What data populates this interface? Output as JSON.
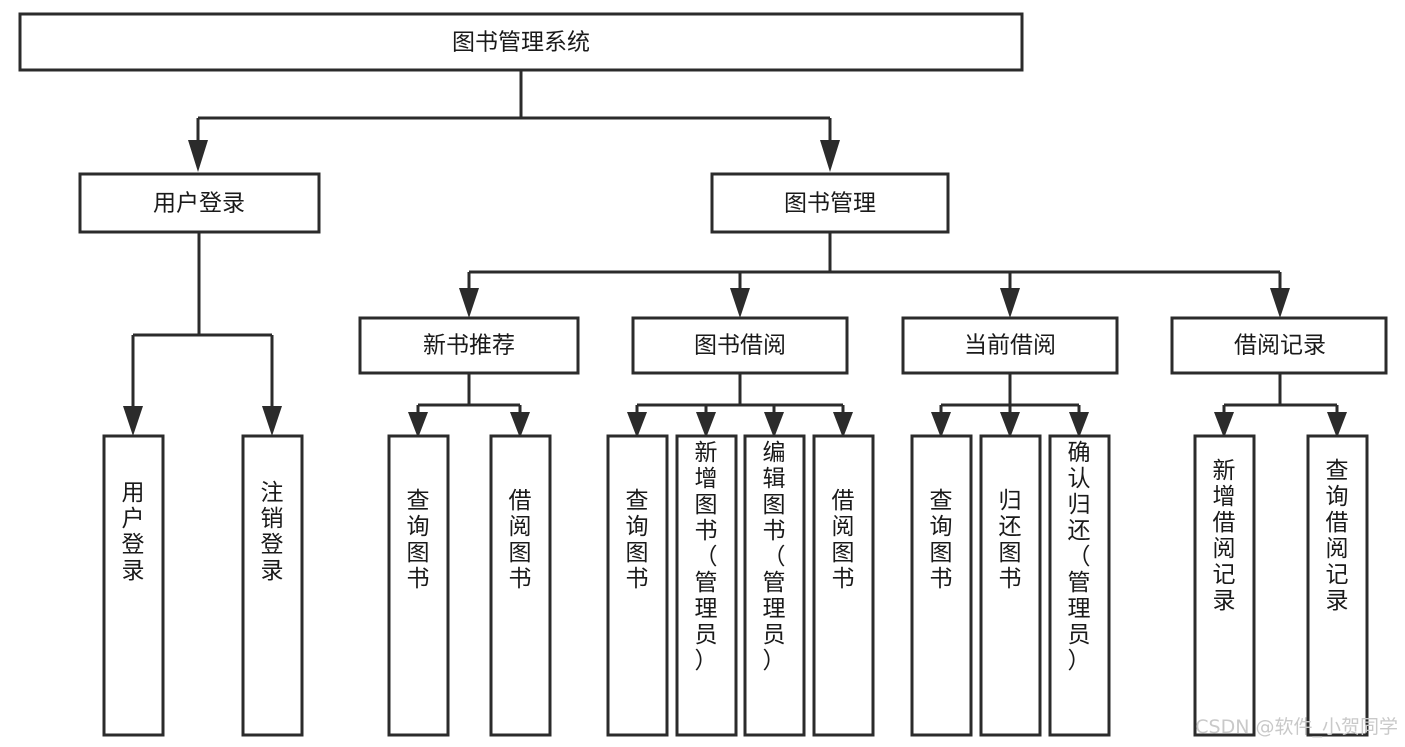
{
  "diagram": {
    "title_node": {
      "label": "图书管理系统",
      "orientation": "horizontal"
    },
    "level1": [
      {
        "label": "用户登录",
        "orientation": "horizontal"
      },
      {
        "label": "图书管理",
        "orientation": "horizontal"
      }
    ],
    "level2": [
      {
        "label": "新书推荐",
        "orientation": "horizontal"
      },
      {
        "label": "图书借阅",
        "orientation": "horizontal"
      },
      {
        "label": "当前借阅",
        "orientation": "horizontal"
      },
      {
        "label": "借阅记录",
        "orientation": "horizontal"
      }
    ],
    "leaves": {
      "user_login": [
        {
          "label": "用户登录",
          "orientation": "vertical"
        },
        {
          "label": "注销登录",
          "orientation": "vertical"
        }
      ],
      "new_book_recommend": [
        {
          "label": "查询图书",
          "orientation": "vertical"
        },
        {
          "label": "借阅图书",
          "orientation": "vertical"
        }
      ],
      "book_borrow": [
        {
          "label": "查询图书",
          "orientation": "vertical"
        },
        {
          "label": "新增图书（管理员）",
          "orientation": "vertical"
        },
        {
          "label": "编辑图书（管理员）",
          "orientation": "vertical"
        },
        {
          "label": "借阅图书",
          "orientation": "vertical"
        }
      ],
      "current_borrow": [
        {
          "label": "查询图书",
          "orientation": "vertical"
        },
        {
          "label": "归还图书",
          "orientation": "vertical"
        },
        {
          "label": "确认归还（管理员）",
          "orientation": "vertical"
        }
      ],
      "borrow_record": [
        {
          "label": "新增借阅记录",
          "orientation": "vertical"
        },
        {
          "label": "查询借阅记录",
          "orientation": "vertical"
        }
      ]
    },
    "watermark": "CSDN @软件_小贺同学",
    "colors": {
      "box_stroke": "#2b2b2b",
      "box_fill": "#ffffff",
      "text": "#1a1a1a",
      "watermark": "#c9c9c9",
      "background": "#ffffff"
    }
  }
}
